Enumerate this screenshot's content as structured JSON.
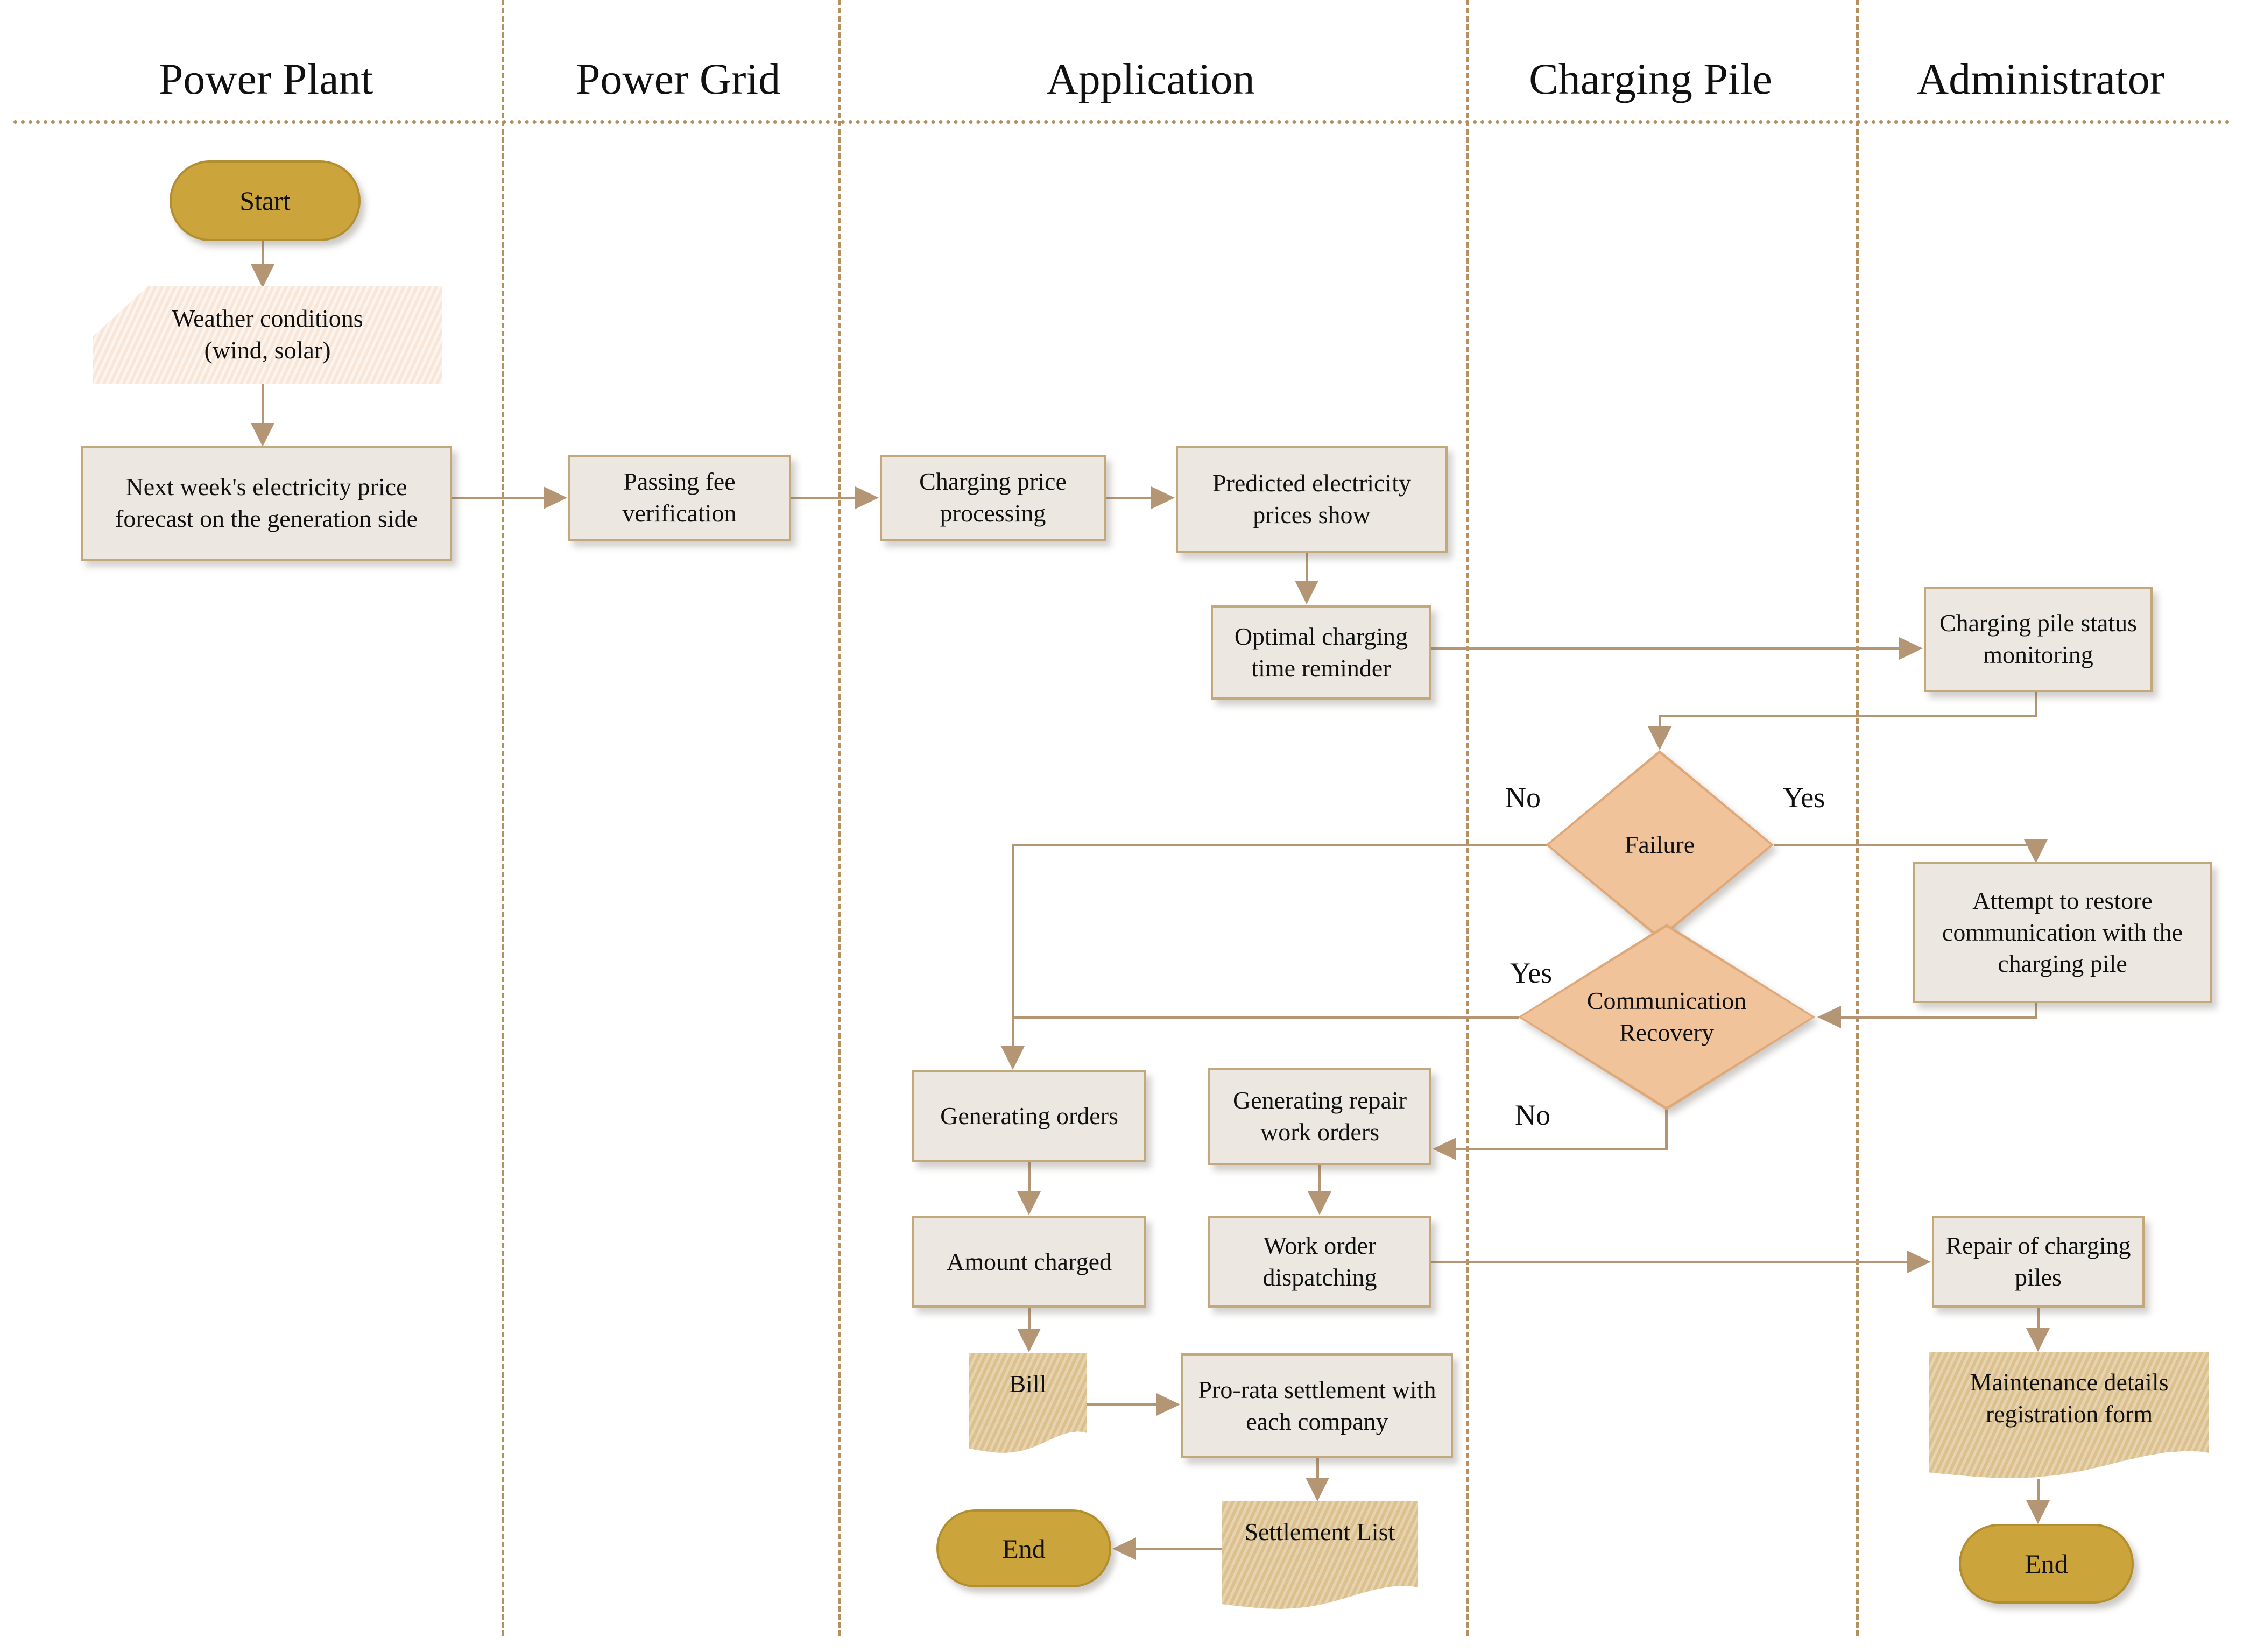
{
  "title": "EV charging service swimlane flowchart",
  "lanes": {
    "power_plant": "Power Plant",
    "power_grid": "Power Grid",
    "application": "Application",
    "charging_pile": "Charging Pile",
    "administrator": "Administrator"
  },
  "nodes": {
    "start": "Start",
    "weather_line1": "Weather conditions",
    "weather_line2": "(wind, solar)",
    "next_week": "Next week's electricity price forecast on the generation side",
    "passing_fee": "Passing fee verification",
    "charging_price": "Charging price processing",
    "predicted": "Predicted electricity prices show",
    "optimal": "Optimal charging time reminder",
    "status_monitoring": "Charging pile status monitoring",
    "failure": "Failure",
    "attempt_restore": "Attempt to restore communication with the charging pile",
    "comm_recovery": "Communication Recovery",
    "generating_orders": "Generating orders",
    "generating_repair": "Generating repair work orders",
    "amount_charged": "Amount charged",
    "work_order": "Work order dispatching",
    "repair_piles": "Repair of charging piles",
    "bill": "Bill",
    "pro_rata": "Pro-rata settlement with each company",
    "settlement_list": "Settlement List",
    "end_app": "End",
    "maintenance_form": "Maintenance details registration form",
    "end_admin": "End"
  },
  "edge_labels": {
    "failure_no": "No",
    "failure_yes": "Yes",
    "comm_yes": "Yes",
    "comm_no": "No"
  },
  "colors": {
    "terminal_fill": "#cba43c",
    "process_fill": "#ece7e0",
    "process_border": "#c3a87c",
    "decision_fill": "#f0c39b",
    "document_fill": "#dcc08e",
    "data_fill": "#f8e7d9",
    "connector": "#b49674",
    "lane_line": "#b3905e"
  }
}
